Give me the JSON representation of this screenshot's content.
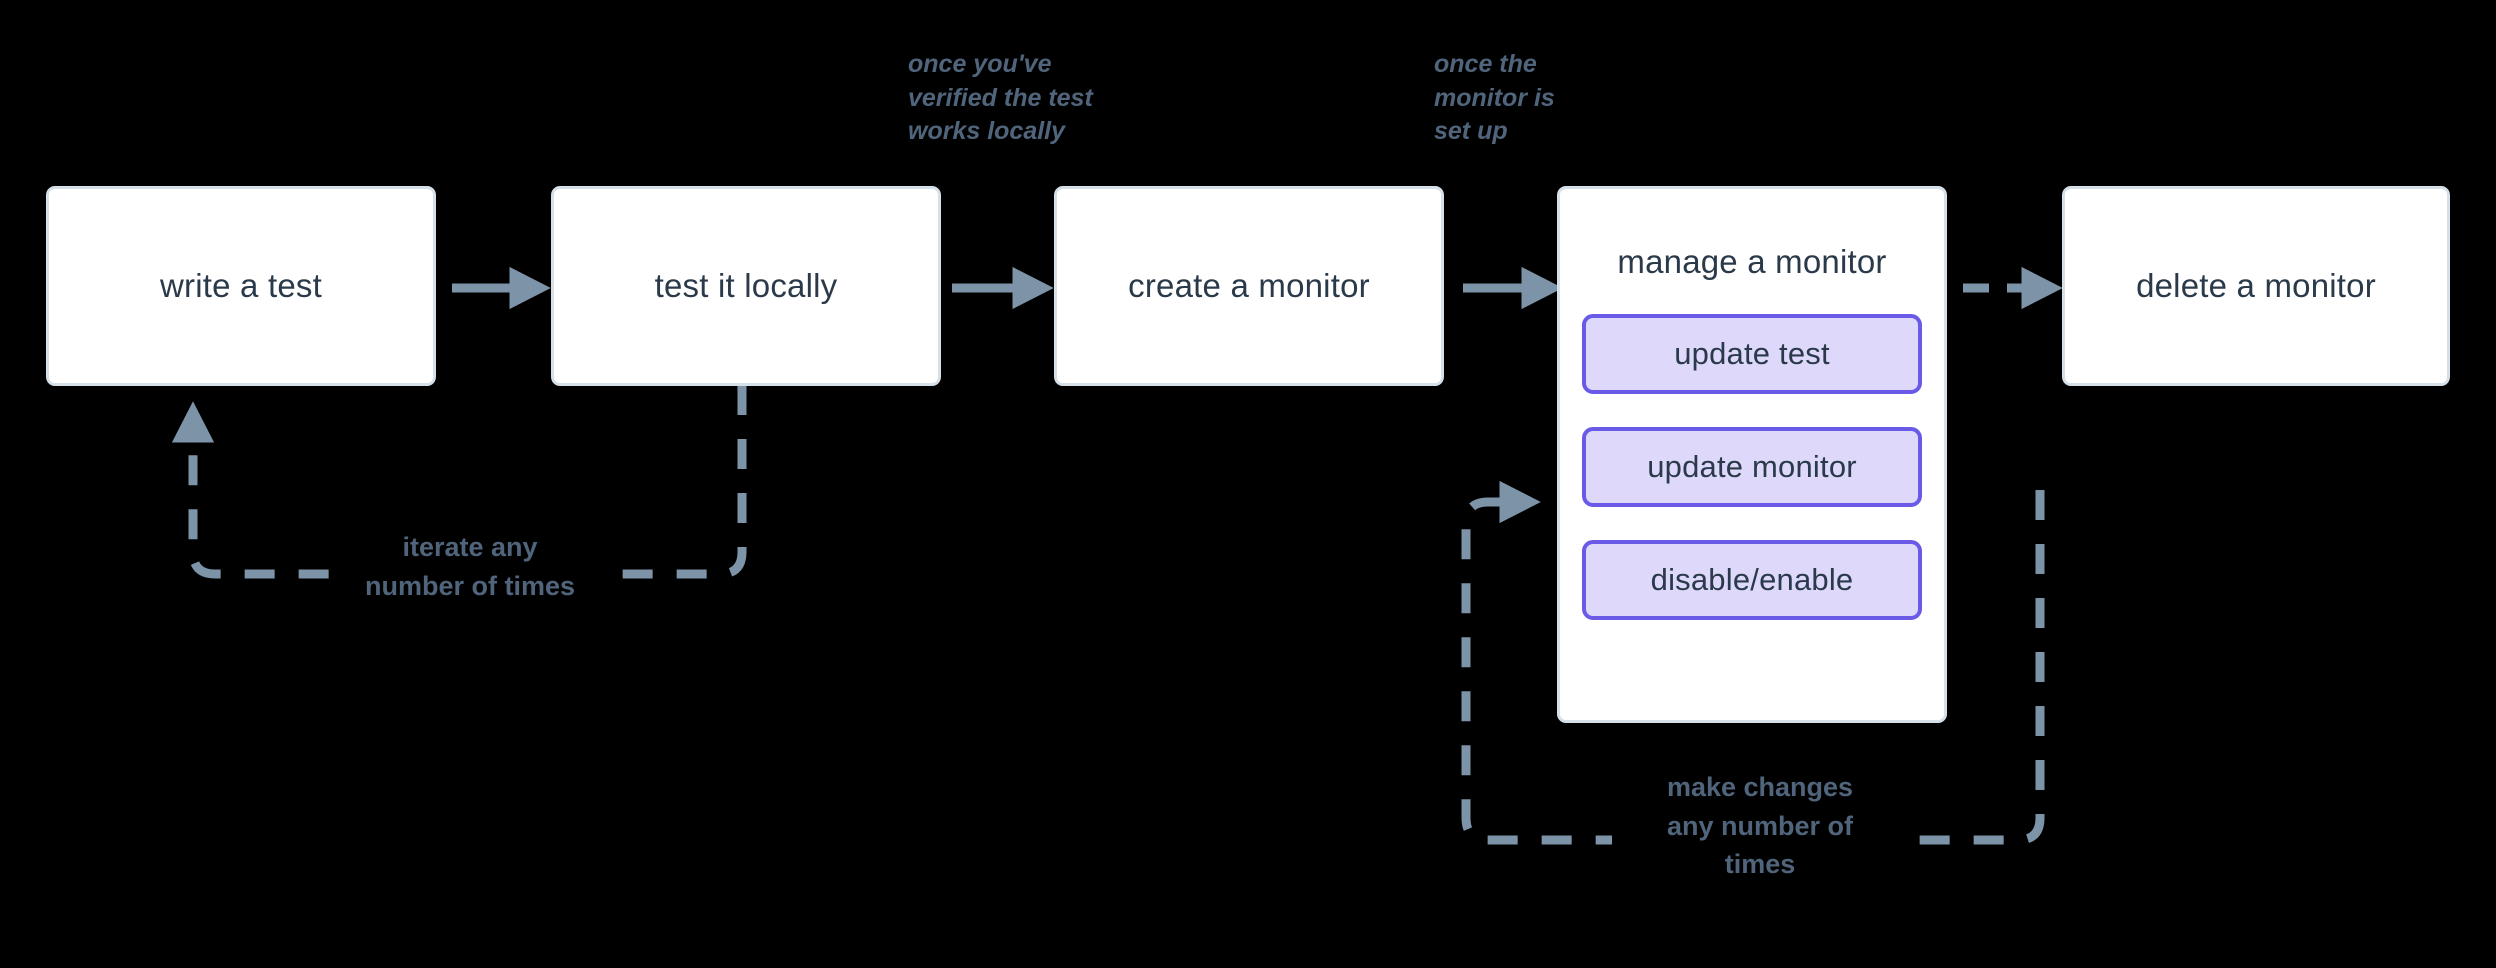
{
  "diagram": {
    "title": "monitor lifecycle flow",
    "background_color": "#000000",
    "node_fill": "#ffffff",
    "node_border": "#d6e0e8",
    "subnode_fill": "#ded9fb",
    "subnode_border": "#6a5ae8",
    "text_color": "#2b3a4a",
    "connector_color": "#7d93a8",
    "annotation_color": "#50657c"
  },
  "nodes": [
    {
      "id": "write-a-test",
      "label": "write a test"
    },
    {
      "id": "test-it-locally",
      "label": "test it locally"
    },
    {
      "id": "create-a-monitor",
      "label": "create a monitor"
    },
    {
      "id": "manage-a-monitor",
      "label": "manage a monitor"
    },
    {
      "id": "delete-a-monitor",
      "label": "delete a monitor"
    }
  ],
  "subnodes": [
    {
      "id": "update-test",
      "label": "update test"
    },
    {
      "id": "update-monitor",
      "label": "update monitor"
    },
    {
      "id": "disable-enable",
      "label": "disable/enable"
    }
  ],
  "annotations": [
    {
      "id": "annot-verified",
      "text": "once you've\nverified the test\nworks locally"
    },
    {
      "id": "annot-setup",
      "text": "once the\nmonitor is\nset up"
    }
  ],
  "edge_labels": [
    {
      "id": "iterate-loop-label",
      "text": "iterate any\nnumber of times"
    },
    {
      "id": "make-changes-loop-label",
      "text": "make changes\nany number of\ntimes"
    }
  ],
  "connectors": [
    {
      "id": "write-to-test",
      "style": "solid",
      "direction": "right"
    },
    {
      "id": "test-to-create",
      "style": "solid",
      "direction": "right"
    },
    {
      "id": "create-to-manage",
      "style": "solid",
      "direction": "right"
    },
    {
      "id": "manage-to-delete",
      "style": "dashed",
      "direction": "right"
    },
    {
      "id": "iterate-loop",
      "style": "dashed",
      "direction": "up"
    },
    {
      "id": "make-changes-loop",
      "style": "dashed",
      "direction": "right"
    }
  ]
}
